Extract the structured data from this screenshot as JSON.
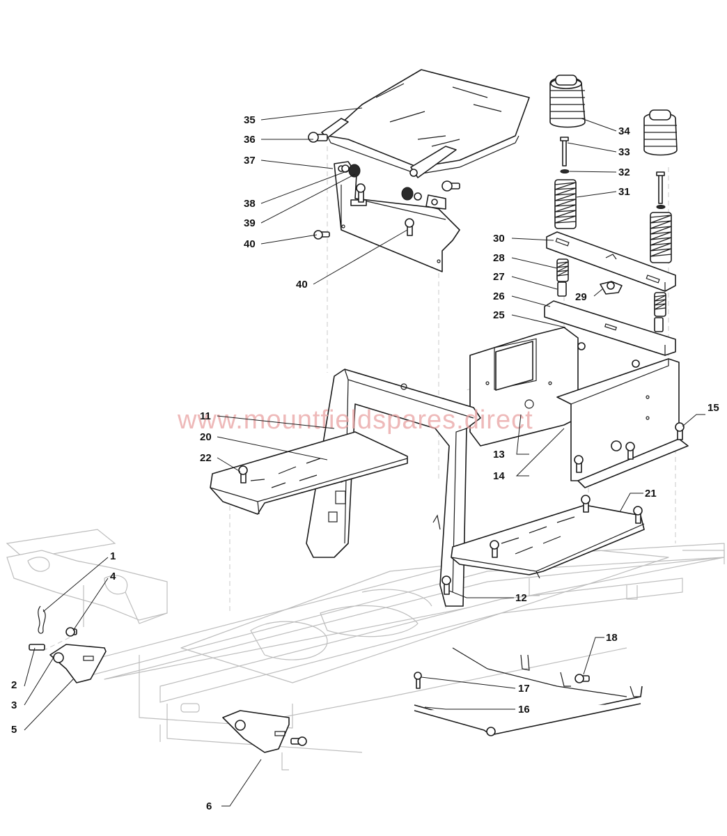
{
  "watermark": "www.mountfieldspares.direct",
  "callouts": [
    {
      "id": "1",
      "label": "1"
    },
    {
      "id": "2",
      "label": "2"
    },
    {
      "id": "3",
      "label": "3"
    },
    {
      "id": "4",
      "label": "4"
    },
    {
      "id": "5",
      "label": "5"
    },
    {
      "id": "6",
      "label": "6"
    },
    {
      "id": "11",
      "label": "11"
    },
    {
      "id": "12",
      "label": "12"
    },
    {
      "id": "13",
      "label": "13"
    },
    {
      "id": "14",
      "label": "14"
    },
    {
      "id": "15",
      "label": "15"
    },
    {
      "id": "16",
      "label": "16"
    },
    {
      "id": "17",
      "label": "17"
    },
    {
      "id": "18",
      "label": "18"
    },
    {
      "id": "20",
      "label": "20"
    },
    {
      "id": "21",
      "label": "21"
    },
    {
      "id": "22",
      "label": "22"
    },
    {
      "id": "25",
      "label": "25"
    },
    {
      "id": "26",
      "label": "26"
    },
    {
      "id": "27",
      "label": "27"
    },
    {
      "id": "28",
      "label": "28"
    },
    {
      "id": "29",
      "label": "29"
    },
    {
      "id": "30",
      "label": "30"
    },
    {
      "id": "31",
      "label": "31"
    },
    {
      "id": "32",
      "label": "32"
    },
    {
      "id": "33",
      "label": "33"
    },
    {
      "id": "34",
      "label": "34"
    },
    {
      "id": "35",
      "label": "35"
    },
    {
      "id": "36",
      "label": "36"
    },
    {
      "id": "37",
      "label": "37"
    },
    {
      "id": "38",
      "label": "38"
    },
    {
      "id": "39",
      "label": "39"
    },
    {
      "id": "40a",
      "label": "40"
    },
    {
      "id": "40b",
      "label": "40"
    }
  ],
  "colors": {
    "line": "#1a1a1a",
    "faint": "#bdbdbd",
    "watermark": "#e8a2a2"
  }
}
